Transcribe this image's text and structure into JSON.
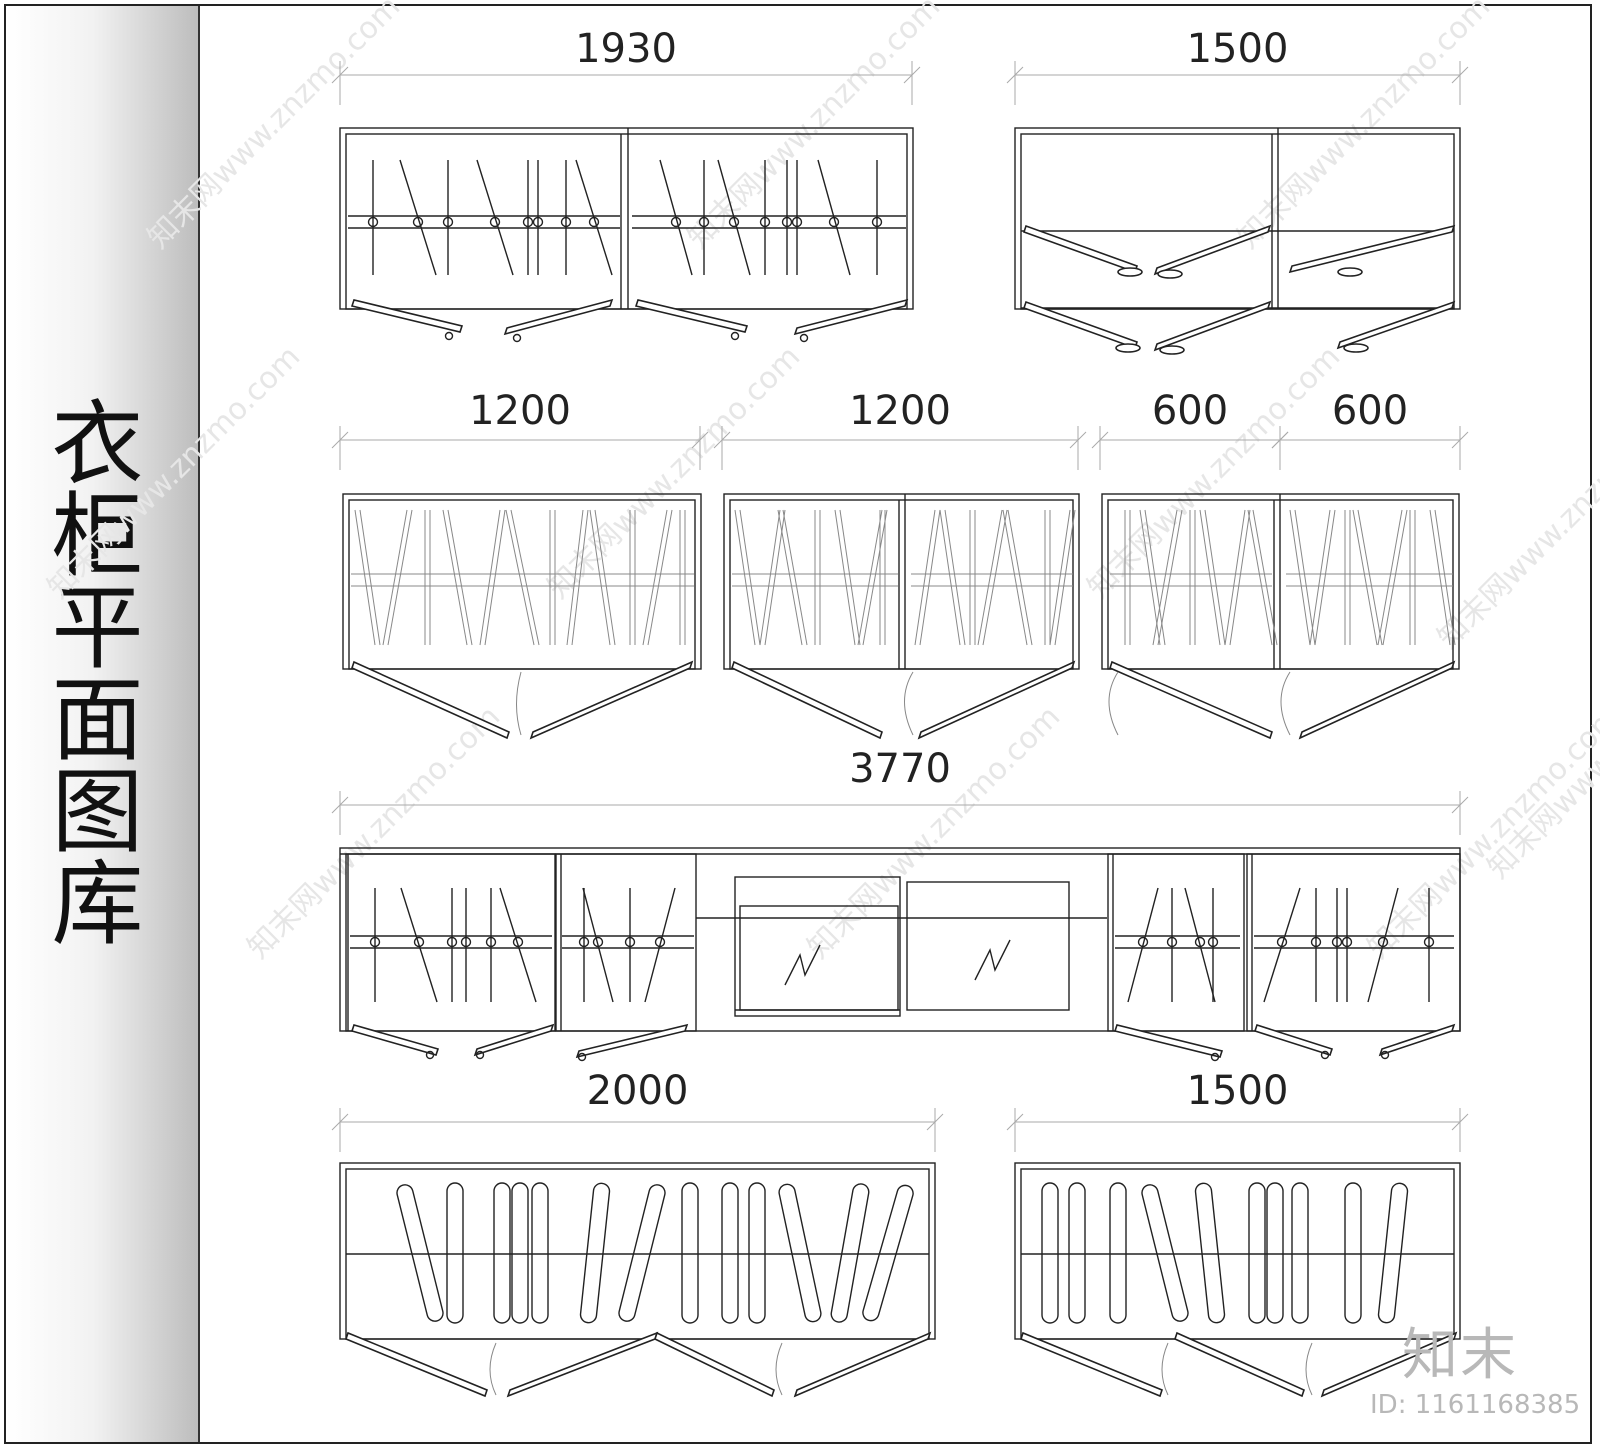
{
  "sidebar": {
    "title": "衣柜平面图库"
  },
  "dimensions": [
    "1930",
    "1500",
    "1200",
    "1200",
    "600",
    "600",
    "3770",
    "2000",
    "1500"
  ],
  "brand": {
    "logo": "知末",
    "id": "ID: 1161168385"
  },
  "watermark": {
    "text": "知末网www.znzmo.com"
  }
}
